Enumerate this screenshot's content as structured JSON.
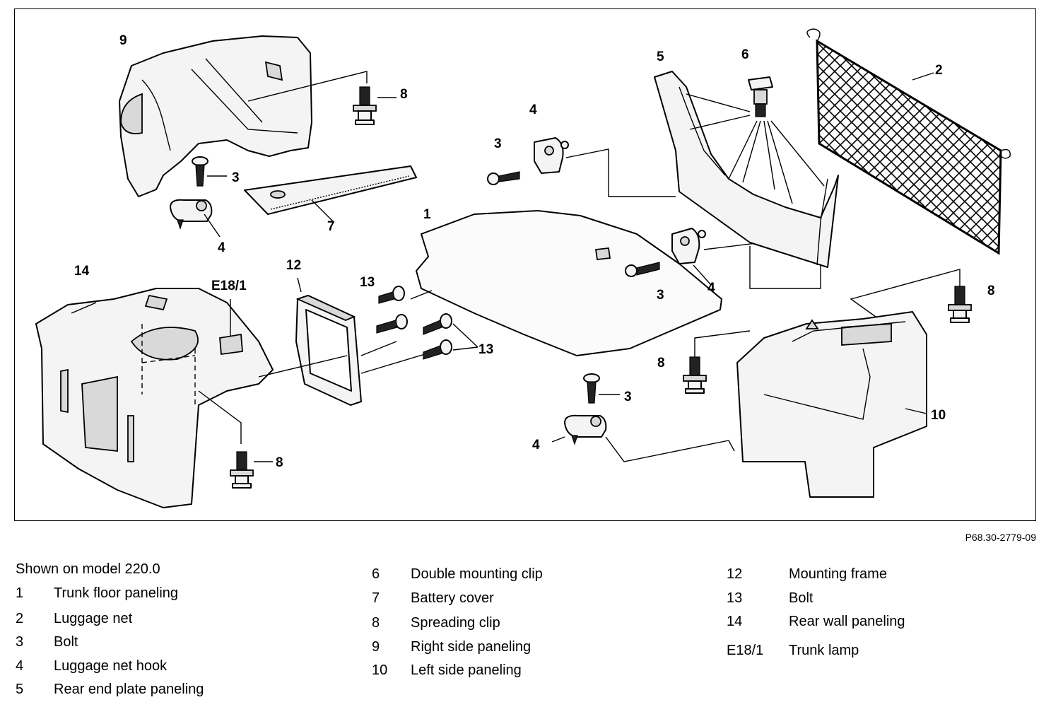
{
  "figure": {
    "reference_code": "P68.30-2779-09",
    "caption": "Shown on model 220.0"
  },
  "callouts": {
    "c1": "1",
    "c2": "2",
    "c3a": "3",
    "c3b": "3",
    "c3c": "3",
    "c3d": "3",
    "c4a": "4",
    "c4b": "4",
    "c4c": "4",
    "c4d": "4",
    "c5": "5",
    "c6": "6",
    "c7": "7",
    "c8a": "8",
    "c8b": "8",
    "c8c": "8",
    "c8d": "8",
    "c9": "9",
    "c10": "10",
    "c12": "12",
    "c13a": "13",
    "c13b": "13",
    "c14": "14",
    "ce18": "E18/1"
  },
  "legend": [
    {
      "num": "1",
      "label": "Trunk floor paneling"
    },
    {
      "num": "2",
      "label": "Luggage net"
    },
    {
      "num": "3",
      "label": "Bolt"
    },
    {
      "num": "4",
      "label": "Luggage net hook"
    },
    {
      "num": "5",
      "label": "Rear end plate paneling"
    },
    {
      "num": "6",
      "label": "Double mounting clip"
    },
    {
      "num": "7",
      "label": "Battery cover"
    },
    {
      "num": "8",
      "label": "Spreading clip"
    },
    {
      "num": "9",
      "label": "Right side paneling"
    },
    {
      "num": "10",
      "label": "Left side paneling"
    },
    {
      "num": "12",
      "label": "Mounting frame"
    },
    {
      "num": "13",
      "label": "Bolt"
    },
    {
      "num": "14",
      "label": "Rear wall paneling"
    },
    {
      "num": "E18/1",
      "label": "Trunk lamp"
    }
  ]
}
